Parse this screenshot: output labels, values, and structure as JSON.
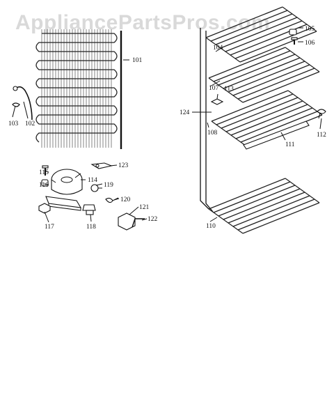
{
  "watermark": "AppliancePartsPros.com",
  "labels": {
    "p101": "101",
    "p102": "102",
    "p103": "103",
    "p104": "104",
    "p105": "105",
    "p106": "106",
    "p107": "107",
    "p108": "108",
    "p110": "110",
    "p111": "111",
    "p112": "112",
    "p113": "113",
    "p114": "114",
    "p115": "115",
    "p116": "116",
    "p117": "117",
    "p118": "118",
    "p119": "119",
    "p120": "120",
    "p121": "121",
    "p122": "122",
    "p123": "123",
    "p124": "124"
  }
}
